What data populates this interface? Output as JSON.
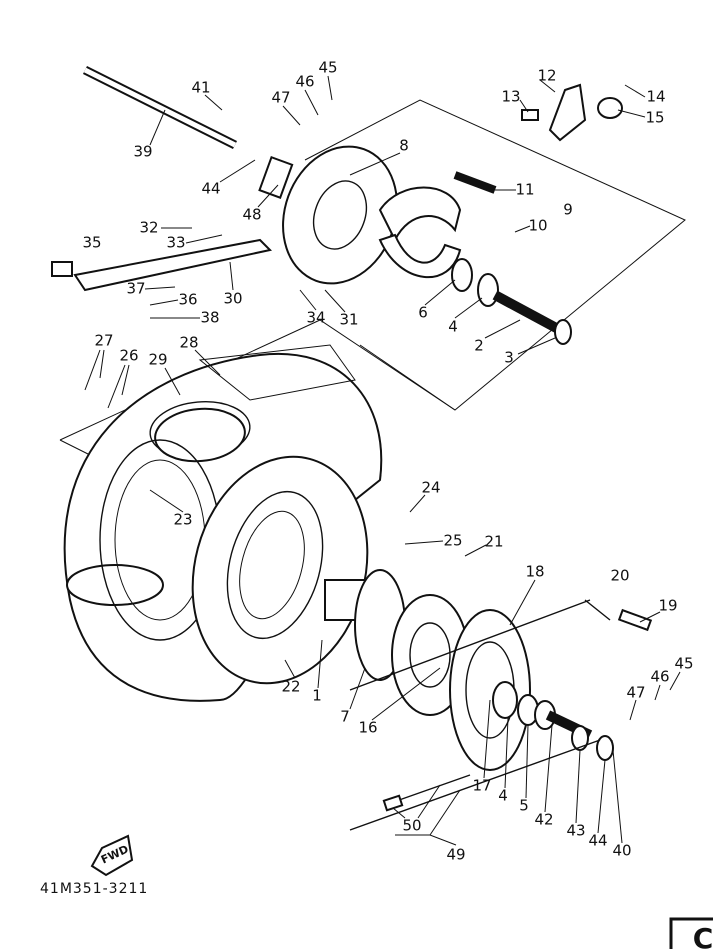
{
  "diagram": {
    "part_code": "41M351-3211",
    "fwd_marker": "FWD",
    "corner_mark": "C",
    "callouts": {
      "c1": "1",
      "c2": "2",
      "c3": "3",
      "c4a": "4",
      "c4b": "4",
      "c5": "5",
      "c6": "6",
      "c7": "7",
      "c8": "8",
      "c9": "9",
      "c10": "10",
      "c11": "11",
      "c12": "12",
      "c13": "13",
      "c14": "14",
      "c15": "15",
      "c16": "16",
      "c17": "17",
      "c18": "18",
      "c19": "19",
      "c20": "20",
      "c21": "21",
      "c22": "22",
      "c23": "23",
      "c24": "24",
      "c25": "25",
      "c26": "26",
      "c27": "27",
      "c28": "28",
      "c29": "29",
      "c30": "30",
      "c31": "31",
      "c32": "32",
      "c33": "33",
      "c34": "34",
      "c35": "35",
      "c36": "36",
      "c37": "37",
      "c38": "38",
      "c39": "39",
      "c40": "40",
      "c41": "41",
      "c42": "42",
      "c43": "43",
      "c44a": "44",
      "c44b": "44",
      "c45a": "45",
      "c45b": "45",
      "c46a": "46",
      "c46b": "46",
      "c47a": "47",
      "c47b": "47",
      "c48": "48",
      "c49": "49",
      "c50": "50"
    }
  }
}
